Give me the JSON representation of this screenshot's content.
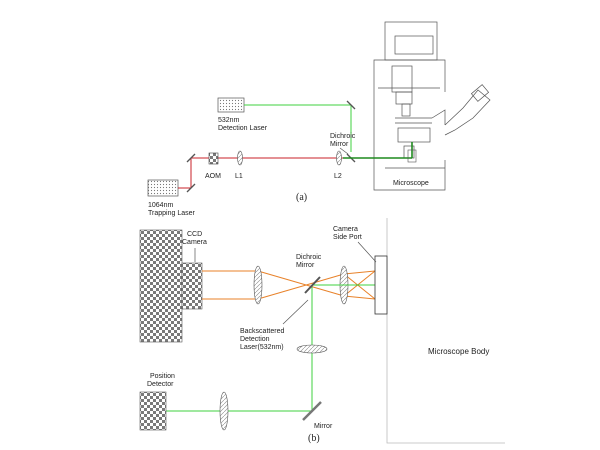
{
  "top": {
    "detection_laser_wavelength": "532nm",
    "detection_laser_name": "Detection Laser",
    "trapping_laser_wavelength": "1064nm",
    "trapping_laser_name": "Trapping Laser",
    "aom": "AOM",
    "lens1": "L1",
    "lens2": "L2",
    "dichroic_line1": "Dichroic",
    "dichroic_line2": "Mirror",
    "microscope": "Microscope",
    "caption": "(a)"
  },
  "bottom": {
    "ccd_line1": "CCD",
    "ccd_line2": "Camera",
    "side_port_line1": "Camera",
    "side_port_line2": "Side Port",
    "dichroic_line1": "Dichroic",
    "dichroic_line2": "Mirror",
    "backscatter_line1": "Backscattered",
    "backscatter_line2": "Detection",
    "backscatter_line3": "Laser(532nm)",
    "position_line1": "Position",
    "position_line2": "Detector",
    "mirror": "Mirror",
    "microscope_body": "Microscope Body",
    "caption": "(b)"
  },
  "colors": {
    "green_beam": "#3fd23f",
    "dark_green_beam": "#1f8a1f",
    "red_beam": "#c8202a",
    "orange_beam": "#e8822a",
    "outline": "#555555"
  }
}
